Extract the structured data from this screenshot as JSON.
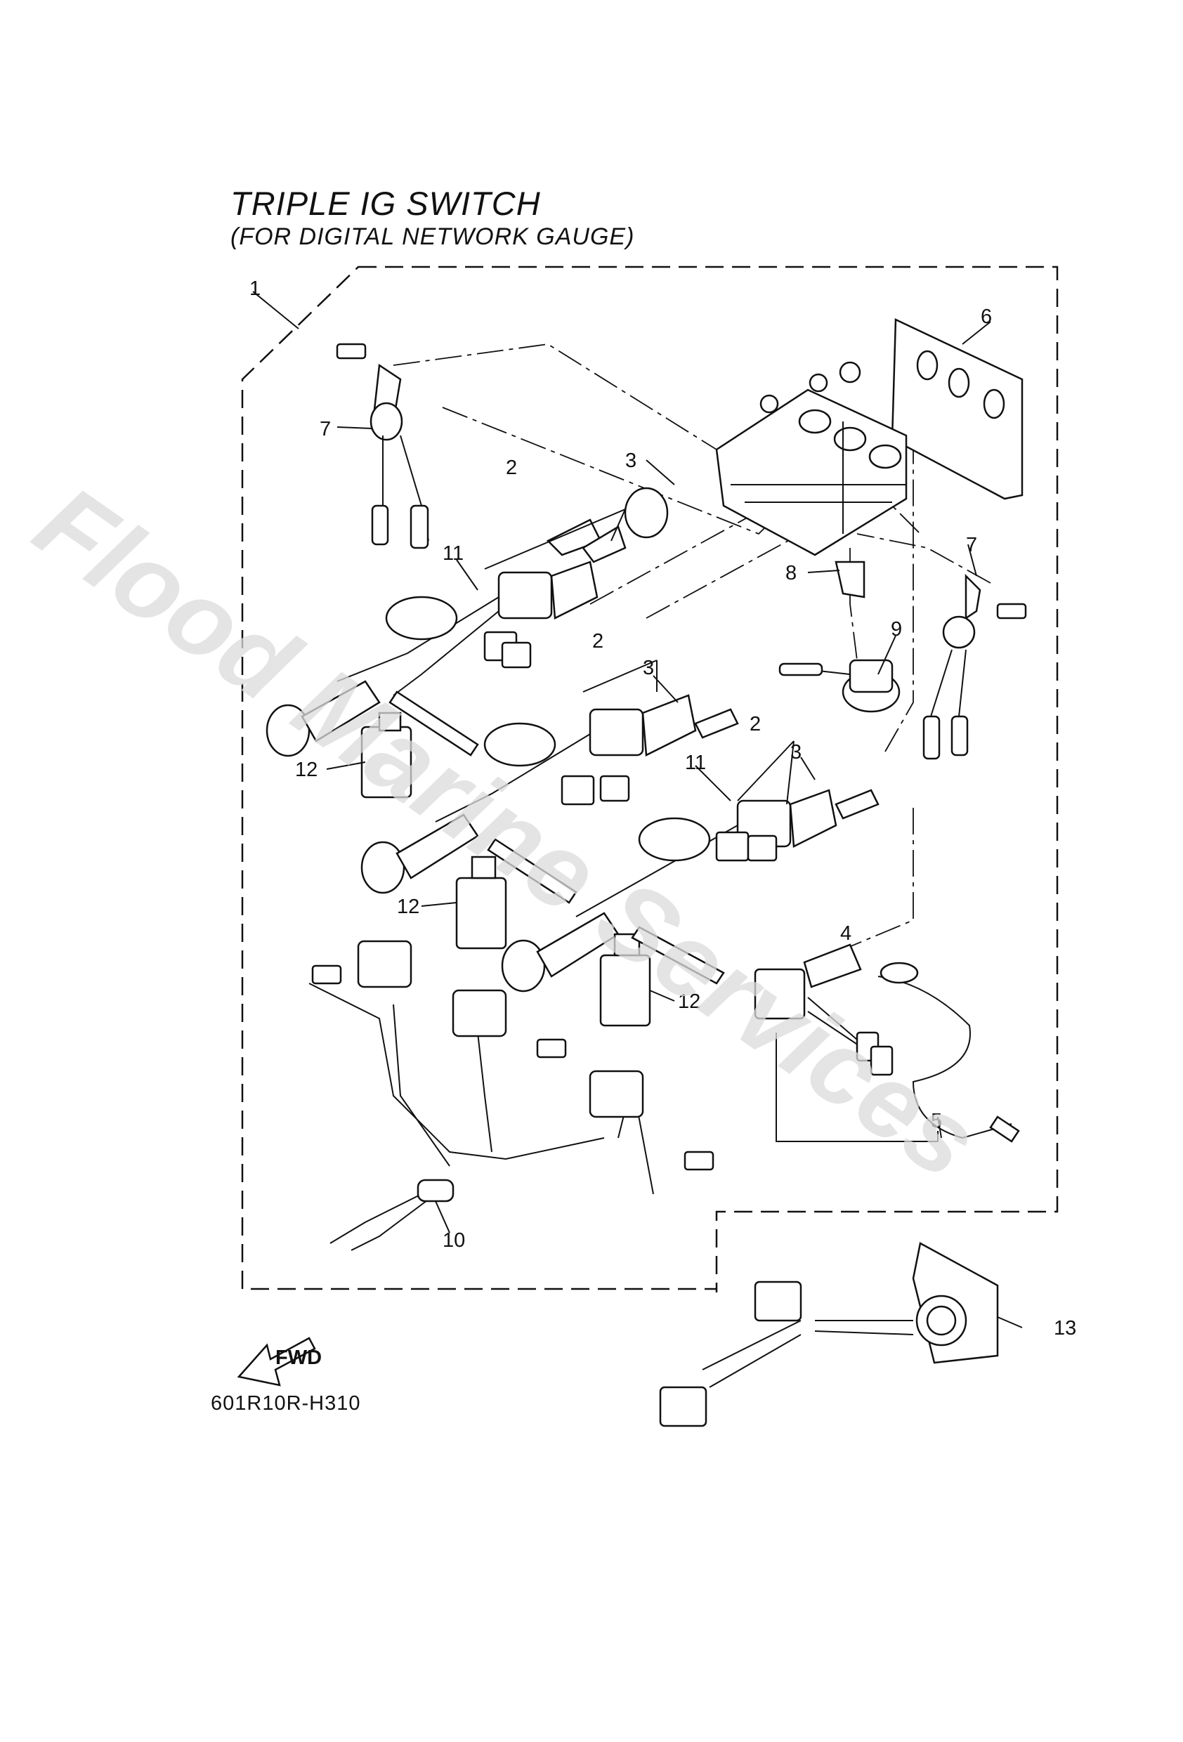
{
  "title": "TRIPLE IG SWITCH",
  "subtitle": "(FOR DIGITAL NETWORK GAUGE)",
  "diagram_code": "601R10R-H310",
  "watermark": "Flood Marine Services",
  "fwd_label": "FWD",
  "callouts": [
    "1",
    "2",
    "3",
    "4",
    "5",
    "6",
    "7",
    "7",
    "8",
    "9",
    "10",
    "11",
    "11",
    "12",
    "12",
    "12",
    "13",
    "2",
    "3",
    "2",
    "3"
  ]
}
